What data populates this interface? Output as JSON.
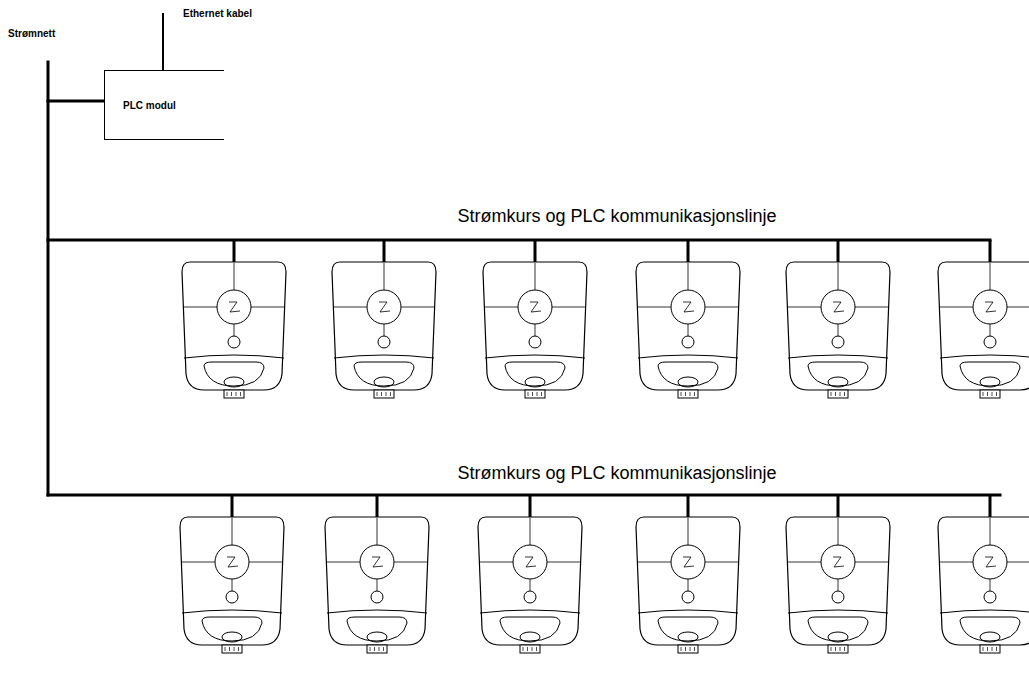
{
  "diagram": {
    "nodes": [
      {
        "text": [
          "PLC modul"
        ]
      }
    ],
    "labels": [
      "Strømnett",
      "Ethernet kabel",
      "Strømkurs og PLC kommunikasjonslinje",
      "Strømkurs og PLC kommunikasjonslinje"
    ]
  }
}
